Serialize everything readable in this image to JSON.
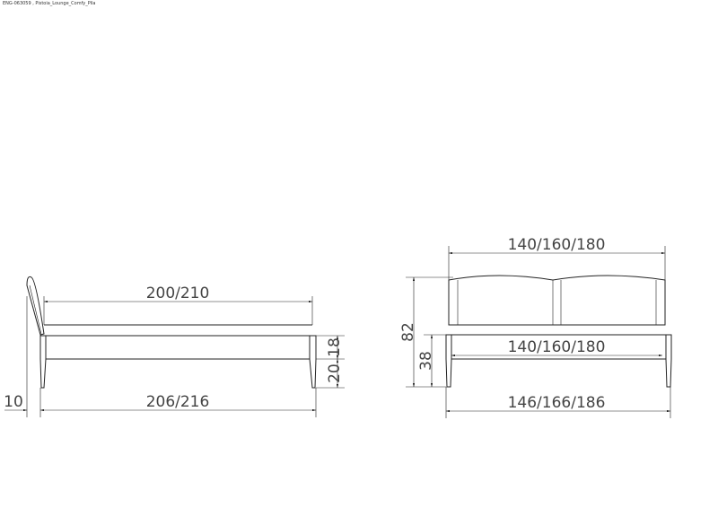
{
  "title": "ENG-063059 , Pistoia_Lounge_Comfy_Pila",
  "side_view": {
    "inner_length": "200/210",
    "outer_length": "206/216",
    "headboard_offset": "10",
    "frame_height": "18",
    "leg_height": "20"
  },
  "front_view": {
    "headboard_width": "140/160/180",
    "inner_width": "140/160/180",
    "outer_width": "146/166/186",
    "total_height": "82",
    "frame_top_height": "38"
  }
}
